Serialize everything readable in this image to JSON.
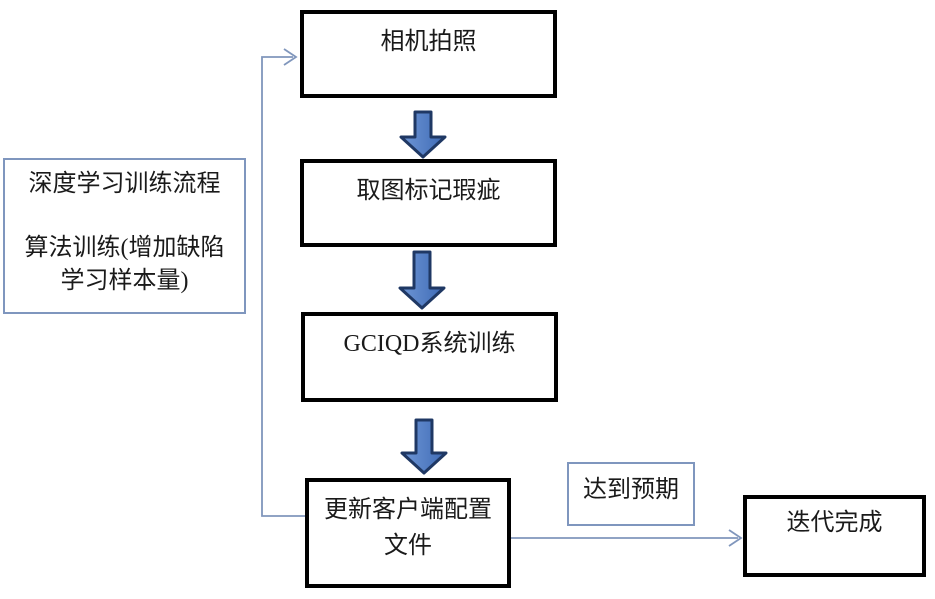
{
  "diagram": {
    "side_note": {
      "line1": "深度学习训练流程",
      "line2": "算法训练(增加缺陷",
      "line3": "学习样本量)"
    },
    "steps": {
      "camera": "相机拍照",
      "mark_defects": "取图标记瑕疵",
      "system_training": "GCIQD系统训练",
      "update_config_line1": "更新客户端配置",
      "update_config_line2": "文件",
      "iteration_complete": "迭代完成"
    },
    "condition_label": "达到预期",
    "colors": {
      "flow_arrow_fill": "#4472c4",
      "flow_arrow_fill_light": "#6f97d6",
      "flow_arrow_stroke": "#1f3864",
      "connector_stroke": "#8096bc",
      "node_border": "#000000",
      "soft_border": "#7f96be"
    }
  }
}
